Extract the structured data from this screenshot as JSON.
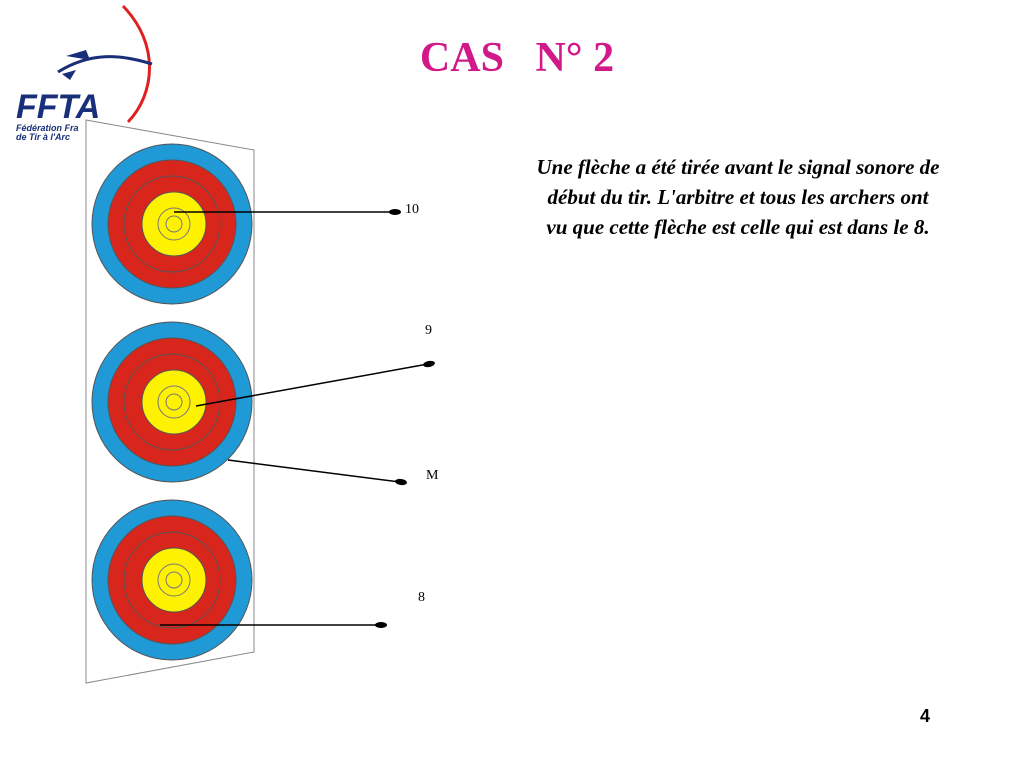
{
  "logo": {
    "text": "FFTA",
    "subtitle_line1": "Fédération Fra",
    "subtitle_line2": "de Tir à l'Arc"
  },
  "title": "CAS   N° 2",
  "description": "Une flèche a été tirée avant le signal sonore de début du tir. L'arbitre et tous les archers ont vu que cette flèche est celle qui est dans le 8.",
  "arrows": [
    {
      "label": "10"
    },
    {
      "label": "9"
    },
    {
      "label": "M"
    },
    {
      "label": "8"
    }
  ],
  "page_number": "4",
  "colors": {
    "title": "#d1198a",
    "target_blue": "#1f9ad6",
    "target_red": "#d9261c",
    "target_yellow": "#fff200",
    "logo_blue": "#1a2f7a",
    "logo_red": "#e02020"
  }
}
